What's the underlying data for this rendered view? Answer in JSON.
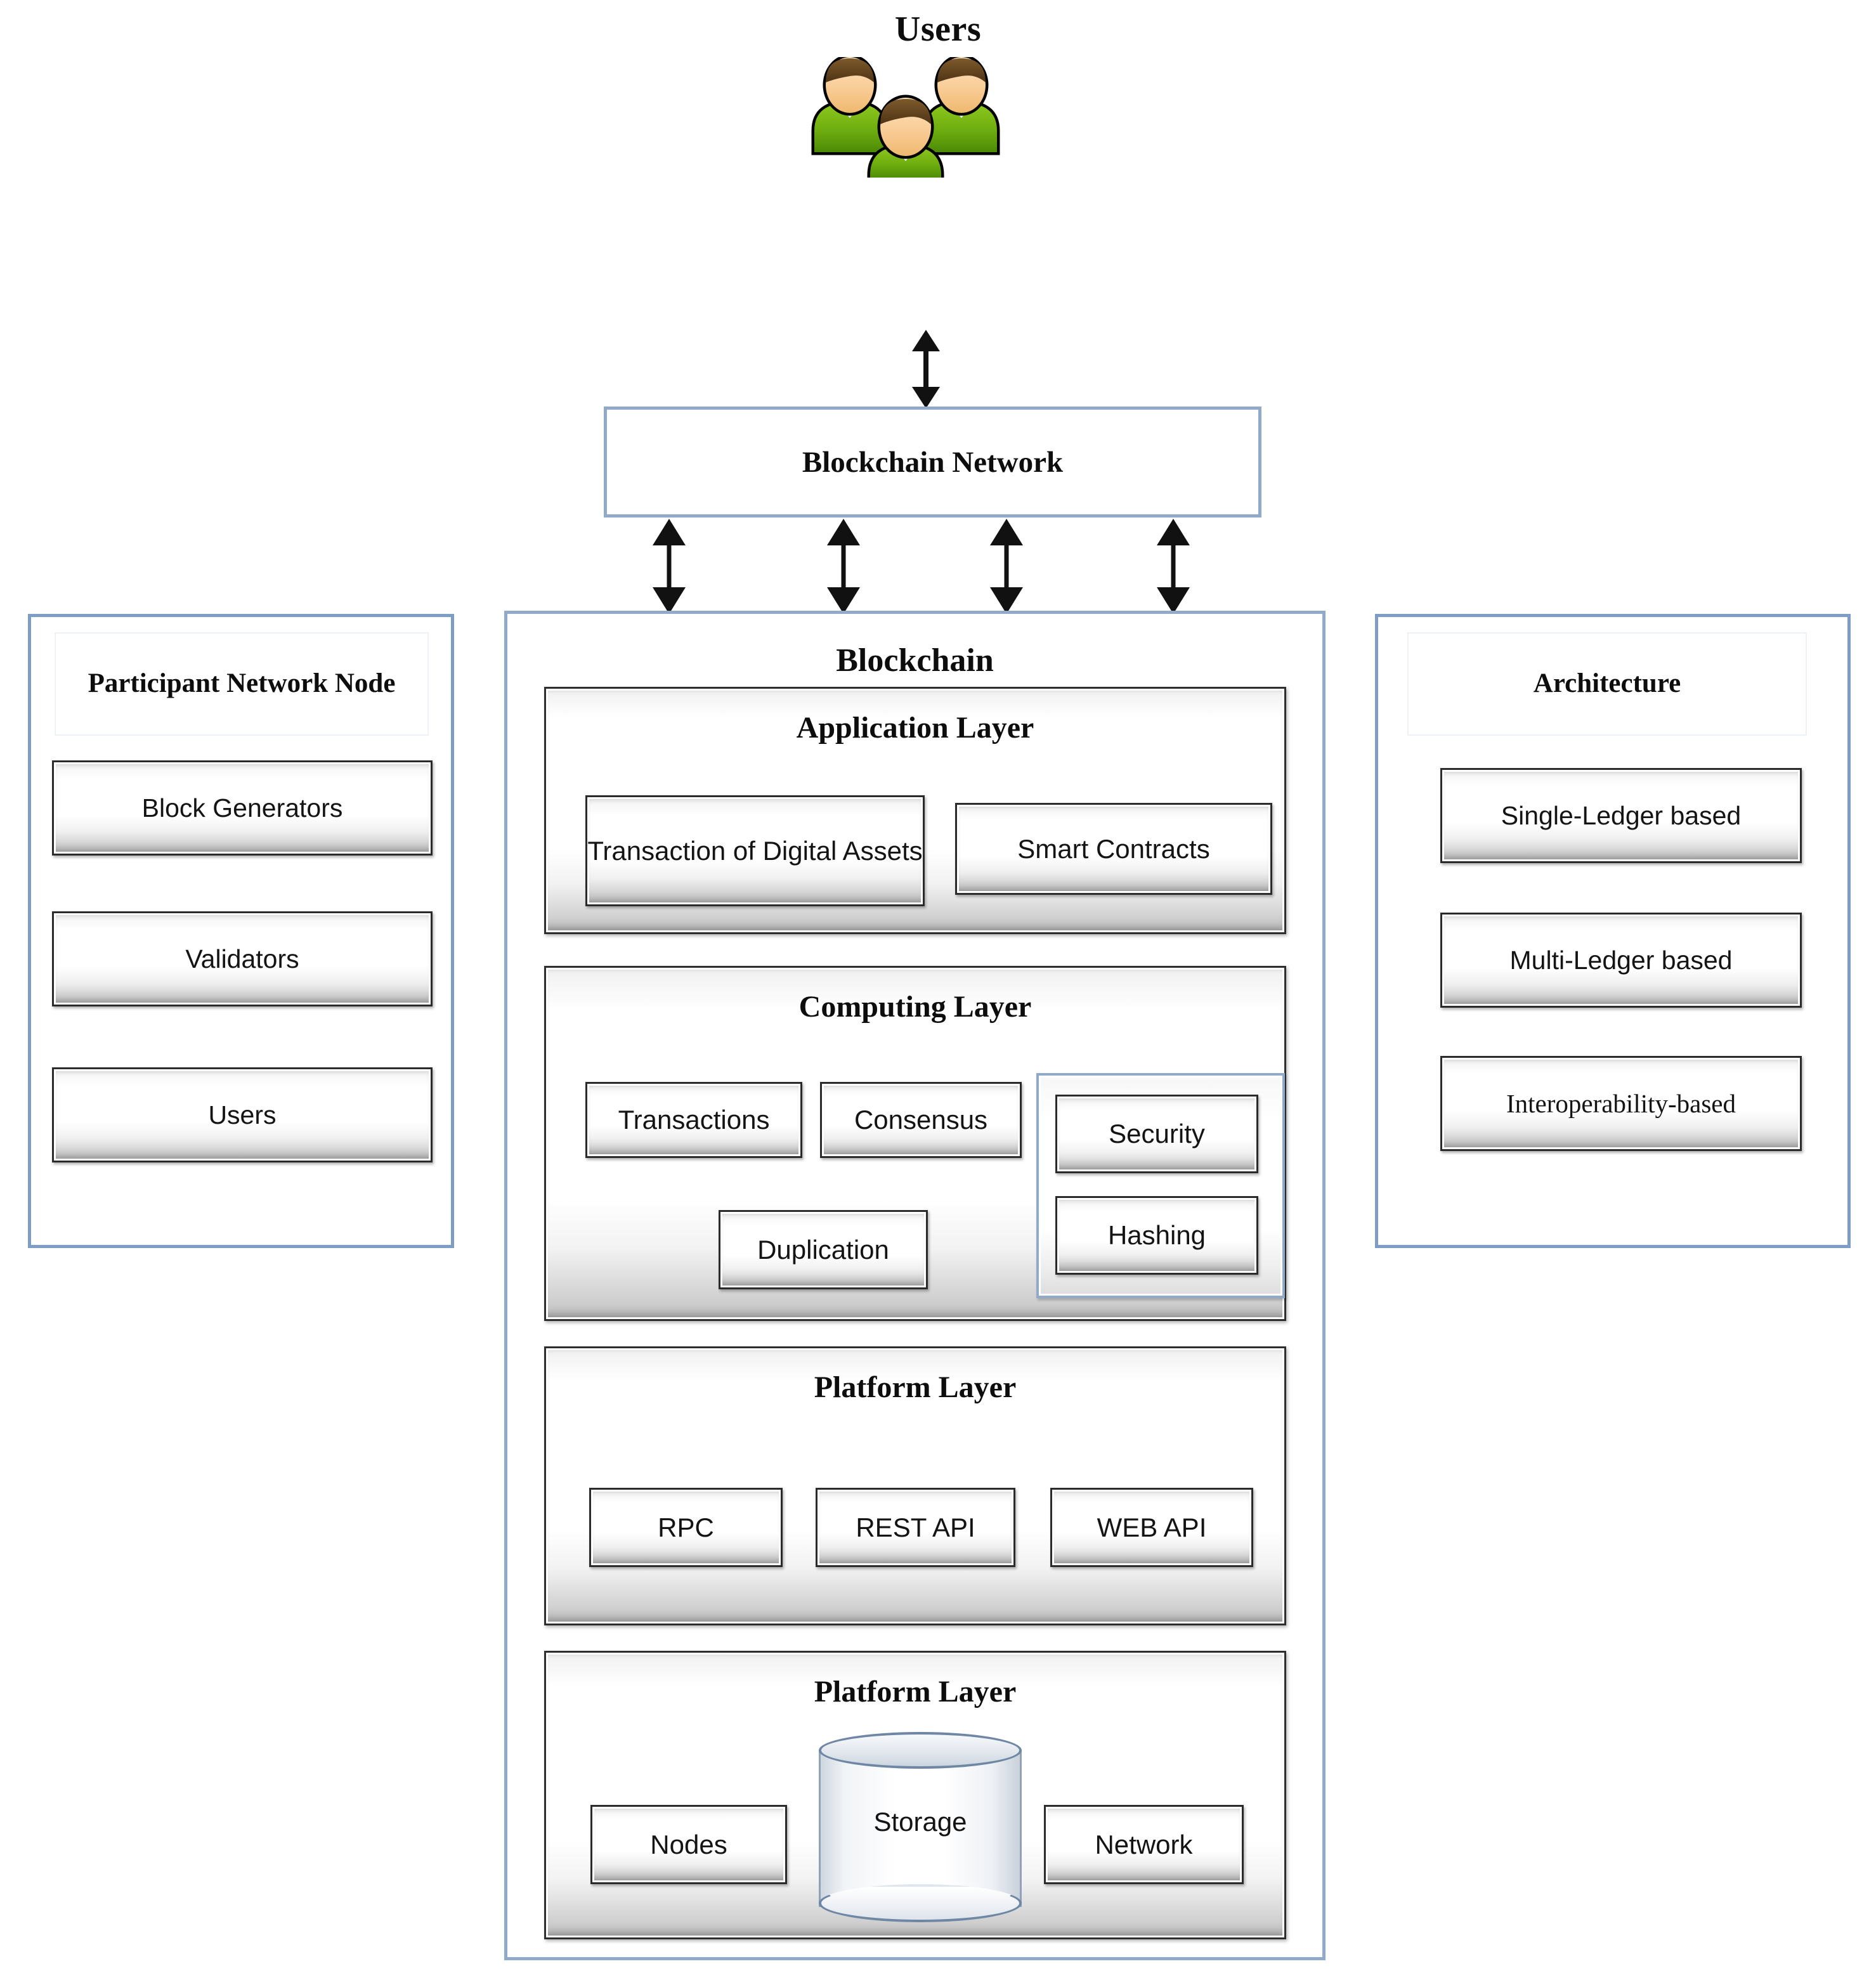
{
  "diagram": {
    "users_title": "Users",
    "users_icon": "users-group-icon",
    "network_box": {
      "label": "Blockchain Network"
    },
    "blockchain": {
      "title": "Blockchain",
      "layers": [
        {
          "title": "Application Layer",
          "items": [
            "Transaction of Digital Assets",
            "Smart Contracts"
          ]
        },
        {
          "title": "Computing Layer",
          "items": [
            "Transactions",
            "Consensus",
            "Duplication"
          ],
          "group_items": [
            "Security",
            "Hashing"
          ]
        },
        {
          "title": "Platform Layer",
          "items": [
            "RPC",
            "REST API",
            "WEB API"
          ]
        },
        {
          "title": "Platform Layer",
          "items": [
            "Nodes",
            "Network"
          ],
          "storage_label": "Storage",
          "storage_icon": "database-cylinder-icon"
        }
      ]
    },
    "left_panel": {
      "header": "Participant Network Node",
      "items": [
        "Block Generators",
        "Validators",
        "Users"
      ]
    },
    "right_panel": {
      "header": "Architecture",
      "items": [
        "Single-Ledger based",
        "Multi-Ledger based",
        "Interoperability-based"
      ]
    },
    "connectors": {
      "users_to_network": "double-headed-arrow-icon",
      "network_to_blockchain_count": 4,
      "network_to_blockchain": "double-headed-arrow-icon"
    },
    "colors": {
      "panel_border": "#7e9cc4",
      "network_border": "#92aac9",
      "box_border": "#2b2b2b",
      "arrow": "#111111",
      "shirt_green": "#67a80f",
      "skin": "#f6cf9a",
      "hair": "#6b4a23"
    }
  }
}
